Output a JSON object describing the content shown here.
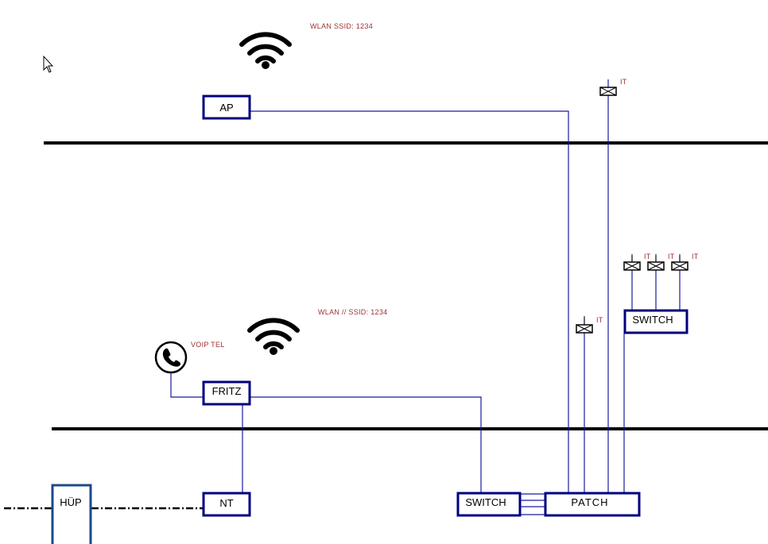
{
  "diagram": {
    "type": "network-floor-plan",
    "colors": {
      "box_border": "#00007f",
      "wire": "#1a1aa0",
      "note_text": "#a03030",
      "floor_line": "#000000"
    },
    "devices": {
      "ap": {
        "label": "AP"
      },
      "fritz": {
        "label": "FRITZ"
      },
      "nt": {
        "label": "NT"
      },
      "huep": {
        "label": "HÜP"
      },
      "switch_bottom": {
        "label": "SWITCH"
      },
      "patch": {
        "label": "PATCH"
      },
      "switch_right": {
        "label": "SWITCH"
      }
    },
    "notes": {
      "wlan_upper": "WLAN SSID: 1234",
      "wlan_lower": "WLAN // SSID: 1234",
      "voip": "VOIP TEL"
    },
    "outlets": [
      {
        "label": "IT"
      },
      {
        "label": "IT"
      },
      {
        "label": "IT"
      },
      {
        "label": "IT"
      },
      {
        "label": "IT"
      }
    ],
    "icons": [
      "wifi-icon",
      "wifi-icon",
      "phone-icon",
      "mouse-cursor-icon"
    ]
  }
}
